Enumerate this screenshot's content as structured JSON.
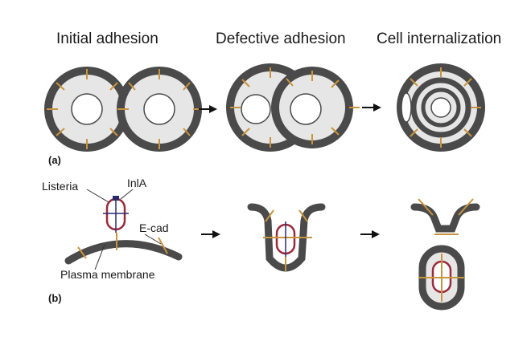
{
  "headings": [
    "Initial adhesion",
    "Defective adhesion",
    "Cell internalization"
  ],
  "panel_labels": {
    "a": "(a)",
    "b": "(b)"
  },
  "callouts": {
    "listeria": "Listeria",
    "inla": "InlA",
    "ecad": "E-cad",
    "plasma_membrane": "Plasma membrane"
  },
  "colors": {
    "membrane": "#4a4a4a",
    "cytoplasm": "#e6e6e6",
    "ecadherin": "#c8943c",
    "listeria": "#9a2a3a",
    "inla": "#2a2a6a",
    "arrow": "#111111"
  }
}
